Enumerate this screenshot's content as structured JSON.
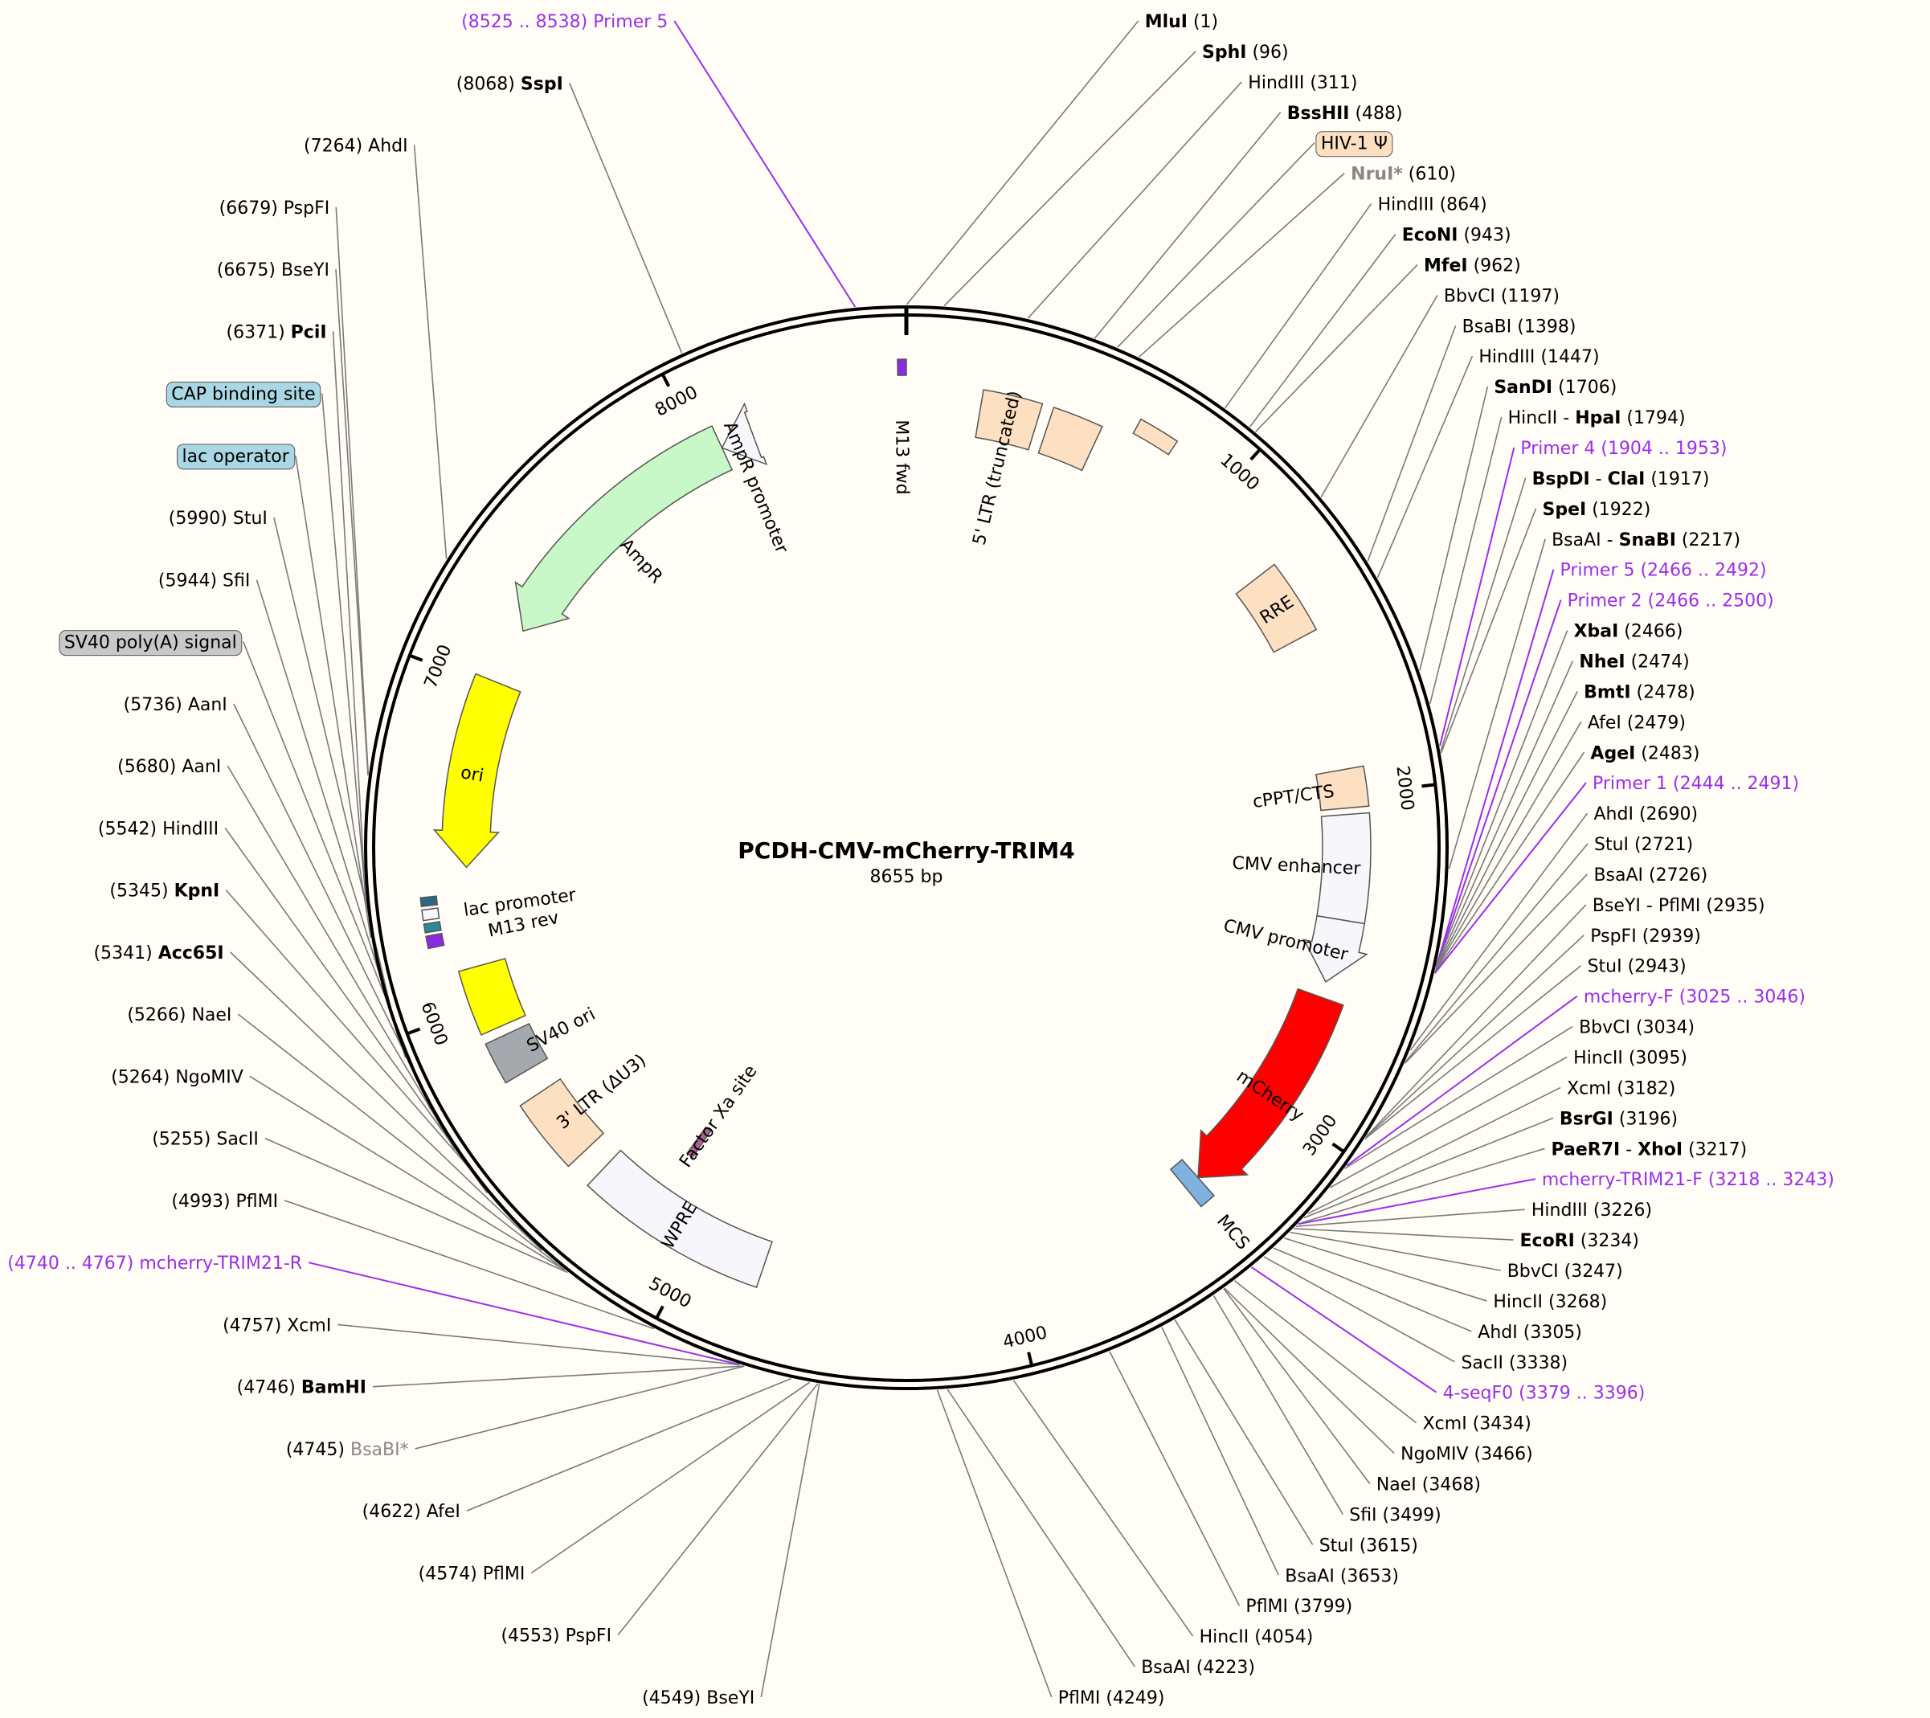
{
  "plasmid": {
    "name": "PCDH-CMV-mCherry-TRIM4",
    "size_label": "8655 bp",
    "length": 8655
  },
  "colors": {
    "purple_primer": "#9b30e8",
    "ltr_peach": "#fde0c2",
    "ampr_green": "#c8f7c8",
    "ori_yellow": "#ffff00",
    "mcherry_red": "#ff0000",
    "white_feature": "#f7f7fb",
    "gray_feature": "#a5a8ad",
    "cap_blue": "#a9d7e3",
    "sv40_gray": "#c8c8c8"
  },
  "ticks": [
    {
      "bp": 1000,
      "label": "1000"
    },
    {
      "bp": 2000,
      "label": "2000"
    },
    {
      "bp": 3000,
      "label": "3000"
    },
    {
      "bp": 4000,
      "label": "4000"
    },
    {
      "bp": 5000,
      "label": "5000"
    },
    {
      "bp": 6000,
      "label": "6000"
    },
    {
      "bp": 7000,
      "label": "7000"
    },
    {
      "bp": 8000,
      "label": "8000"
    }
  ],
  "features": [
    {
      "name": "5' LTR (truncated)",
      "label": "5' LTR (truncated)",
      "start": 230,
      "end": 410,
      "type": "box",
      "color": "#fde0c2",
      "labelSide": "in"
    },
    {
      "name": "5' LTR part",
      "label": "",
      "start": 445,
      "end": 600,
      "type": "box",
      "color": "#fde0c2",
      "labelSide": "none"
    },
    {
      "name": "HIV-1 Psi",
      "label": "",
      "start": 690,
      "end": 810,
      "type": "thin",
      "color": "#fde0c2",
      "labelSide": "none"
    },
    {
      "name": "RRE",
      "label": "RRE",
      "start": 1260,
      "end": 1490,
      "type": "box",
      "color": "#fde0c2",
      "labelSide": "on"
    },
    {
      "name": "cPPT/CTS",
      "label": "cPPT/CTS",
      "start": 1920,
      "end": 2040,
      "type": "box",
      "color": "#fde0c2",
      "labelSide": "in"
    },
    {
      "name": "CMV enhancer",
      "label": "CMV enhancer",
      "start": 2060,
      "end": 2390,
      "type": "box",
      "color": "#f7f7fb",
      "labelSide": "in"
    },
    {
      "name": "CMV promoter",
      "label": "CMV promoter",
      "start": 2390,
      "end": 2590,
      "type": "arrow-cw",
      "color": "#f7f7fb",
      "labelSide": "in"
    },
    {
      "name": "mCherry",
      "label": "mCherry",
      "start": 2640,
      "end": 3330,
      "type": "arrow-cw",
      "color": "#ff0000",
      "labelSide": "on"
    },
    {
      "name": "MCS",
      "label": "MCS",
      "start": 3330,
      "end": 3380,
      "type": "box",
      "color": "#7fb2de",
      "labelSide": "out"
    },
    {
      "name": "WPRE",
      "label": "WPRE",
      "start": 4780,
      "end": 5370,
      "type": "box",
      "color": "#f7f7fb",
      "labelSide": "on"
    },
    {
      "name": "Factor Xa site",
      "label": "Factor Xa site",
      "start": 5160,
      "end": 5185,
      "type": "diamond",
      "color": "#b06090",
      "labelSide": "in"
    },
    {
      "name": "3' LTR (dU3)",
      "label": "3' LTR (ΔU3)",
      "start": 5450,
      "end": 5680,
      "type": "box",
      "color": "#fde0c2",
      "labelSide": "in"
    },
    {
      "name": "SV40 ori",
      "label": "SV40 ori",
      "start": 5760,
      "end": 5890,
      "type": "box",
      "color": "#a5a8ad",
      "labelSide": "in"
    },
    {
      "name": "SV40 poly(A) yellow",
      "label": "",
      "start": 5920,
      "end": 6120,
      "type": "box",
      "color": "#ffff00",
      "labelSide": "none"
    },
    {
      "name": "M13 rev",
      "label": "M13 rev",
      "start": 6205,
      "end": 6240,
      "type": "thin",
      "color": "#8a2be2",
      "labelSide": "in"
    },
    {
      "name": "lac operator",
      "label": "",
      "start": 6250,
      "end": 6275,
      "type": "thin",
      "color": "#2a8a9a",
      "labelSide": "none"
    },
    {
      "name": "lac promoter",
      "label": "lac promoter",
      "start": 6285,
      "end": 6315,
      "type": "thin",
      "color": "#f7f7fb",
      "labelSide": "in"
    },
    {
      "name": "CAP binding site",
      "label": "",
      "start": 6325,
      "end": 6350,
      "type": "thin",
      "color": "#2a6a80",
      "labelSide": "none"
    },
    {
      "name": "ori",
      "label": "ori",
      "start": 6430,
      "end": 7020,
      "type": "arrow-ccw",
      "color": "#ffff00",
      "labelSide": "on"
    },
    {
      "name": "AmpR",
      "label": "AmpR",
      "start": 7200,
      "end": 8060,
      "type": "arrow-ccw",
      "color": "#c8f7c8",
      "labelSide": "in"
    },
    {
      "name": "AmpR promoter",
      "label": "AmpR promoter",
      "start": 8060,
      "end": 8165,
      "type": "arrow-ccw",
      "color": "#f7f7fb",
      "labelSide": "in"
    },
    {
      "name": "M13 fwd",
      "label": "M13 fwd",
      "start": 8630,
      "end": 8655,
      "type": "thin",
      "color": "#8a2be2",
      "labelSide": "in"
    }
  ],
  "featureTags": [
    {
      "text": "HIV-1 Ψ",
      "bg": "#fde0c2"
    },
    {
      "text": "CAP binding site",
      "bg": "#a9d7e3"
    },
    {
      "text": "lac operator",
      "bg": "#a9d7e3"
    },
    {
      "text": "SV40 poly(A) signal",
      "bg": "#c8c8c8"
    }
  ],
  "right_labels": [
    {
      "bp": 1,
      "parts": [
        {
          "t": "MluI",
          "b": true
        },
        {
          "t": "  (1)"
        }
      ],
      "style": "black"
    },
    {
      "bp": 96,
      "parts": [
        {
          "t": "SphI",
          "b": true
        },
        {
          "t": "  (96)"
        }
      ],
      "style": "black"
    },
    {
      "bp": 311,
      "parts": [
        {
          "t": "HindIII  (311)"
        }
      ],
      "style": "black"
    },
    {
      "bp": 488,
      "parts": [
        {
          "t": "BssHII",
          "b": true
        },
        {
          "t": "  (488)"
        }
      ],
      "style": "black"
    },
    {
      "bp": 550,
      "parts": [
        {
          "t": "HIV-1 Ψ"
        }
      ],
      "style": "tag",
      "tag": 0
    },
    {
      "bp": 610,
      "parts": [
        {
          "t": "NruI*",
          "b": true,
          "g": true
        },
        {
          "t": "  (610)"
        }
      ],
      "style": "black"
    },
    {
      "bp": 864,
      "parts": [
        {
          "t": "HindIII  (864)"
        }
      ],
      "style": "black"
    },
    {
      "bp": 943,
      "parts": [
        {
          "t": "EcoNI",
          "b": true
        },
        {
          "t": "  (943)"
        }
      ],
      "style": "black"
    },
    {
      "bp": 962,
      "parts": [
        {
          "t": "MfeI",
          "b": true
        },
        {
          "t": "  (962)"
        }
      ],
      "style": "black"
    },
    {
      "bp": 1197,
      "parts": [
        {
          "t": "BbvCI  (1197)"
        }
      ],
      "style": "black"
    },
    {
      "bp": 1398,
      "parts": [
        {
          "t": "BsaBI  (1398)"
        }
      ],
      "style": "black"
    },
    {
      "bp": 1447,
      "parts": [
        {
          "t": "HindIII  (1447)"
        }
      ],
      "style": "black"
    },
    {
      "bp": 1706,
      "parts": [
        {
          "t": "SanDI",
          "b": true
        },
        {
          "t": "  (1706)"
        }
      ],
      "style": "black"
    },
    {
      "bp": 1794,
      "parts": [
        {
          "t": "HincII - "
        },
        {
          "t": "HpaI",
          "b": true
        },
        {
          "t": "  (1794)"
        }
      ],
      "style": "black"
    },
    {
      "bp": 1904,
      "parts": [
        {
          "t": "Primer 4  (1904 .. 1953)"
        }
      ],
      "style": "purple"
    },
    {
      "bp": 1917,
      "parts": [
        {
          "t": "BspDI",
          "b": true
        },
        {
          "t": " - "
        },
        {
          "t": "ClaI",
          "b": true
        },
        {
          "t": "  (1917)"
        }
      ],
      "style": "black"
    },
    {
      "bp": 1922,
      "parts": [
        {
          "t": "SpeI",
          "b": true
        },
        {
          "t": "  (1922)"
        }
      ],
      "style": "black"
    },
    {
      "bp": 2217,
      "parts": [
        {
          "t": "BsaAI - "
        },
        {
          "t": "SnaBI",
          "b": true
        },
        {
          "t": "  (2217)"
        }
      ],
      "style": "black"
    },
    {
      "bp": 2466,
      "parts": [
        {
          "t": "Primer 5  (2466 .. 2492)"
        }
      ],
      "style": "purple"
    },
    {
      "bp": 2467,
      "parts": [
        {
          "t": "Primer 2  (2466 .. 2500)"
        }
      ],
      "style": "purple"
    },
    {
      "bp": 2468,
      "parts": [
        {
          "t": "XbaI",
          "b": true
        },
        {
          "t": "  (2466)"
        }
      ],
      "style": "black"
    },
    {
      "bp": 2474,
      "parts": [
        {
          "t": "NheI",
          "b": true
        },
        {
          "t": "  (2474)"
        }
      ],
      "style": "black"
    },
    {
      "bp": 2478,
      "parts": [
        {
          "t": "BmtI",
          "b": true
        },
        {
          "t": "  (2478)"
        }
      ],
      "style": "black"
    },
    {
      "bp": 2479,
      "parts": [
        {
          "t": "AfeI  (2479)"
        }
      ],
      "style": "black"
    },
    {
      "bp": 2483,
      "parts": [
        {
          "t": "AgeI",
          "b": true
        },
        {
          "t": "  (2483)"
        }
      ],
      "style": "black"
    },
    {
      "bp": 2485,
      "parts": [
        {
          "t": "Primer 1  (2444 .. 2491)"
        }
      ],
      "style": "purple"
    },
    {
      "bp": 2690,
      "parts": [
        {
          "t": "AhdI  (2690)"
        }
      ],
      "style": "black"
    },
    {
      "bp": 2721,
      "parts": [
        {
          "t": "StuI  (2721)"
        }
      ],
      "style": "black"
    },
    {
      "bp": 2726,
      "parts": [
        {
          "t": "BsaAI  (2726)"
        }
      ],
      "style": "black"
    },
    {
      "bp": 2935,
      "parts": [
        {
          "t": "BseYI - PflMI  (2935)"
        }
      ],
      "style": "black"
    },
    {
      "bp": 2939,
      "parts": [
        {
          "t": "PspFI  (2939)"
        }
      ],
      "style": "black"
    },
    {
      "bp": 2943,
      "parts": [
        {
          "t": "StuI  (2943)"
        }
      ],
      "style": "black"
    },
    {
      "bp": 3025,
      "parts": [
        {
          "t": "mcherry-F  (3025 .. 3046)"
        }
      ],
      "style": "purple"
    },
    {
      "bp": 3034,
      "parts": [
        {
          "t": "BbvCI  (3034)"
        }
      ],
      "style": "black"
    },
    {
      "bp": 3095,
      "parts": [
        {
          "t": "HincII  (3095)"
        }
      ],
      "style": "black"
    },
    {
      "bp": 3182,
      "parts": [
        {
          "t": "XcmI  (3182)"
        }
      ],
      "style": "black"
    },
    {
      "bp": 3196,
      "parts": [
        {
          "t": "BsrGI",
          "b": true
        },
        {
          "t": "  (3196)"
        }
      ],
      "style": "black"
    },
    {
      "bp": 3217,
      "parts": [
        {
          "t": "PaeR7I",
          "b": true
        },
        {
          "t": " - "
        },
        {
          "t": "XhoI",
          "b": true
        },
        {
          "t": "  (3217)"
        }
      ],
      "style": "black"
    },
    {
      "bp": 3218,
      "parts": [
        {
          "t": "mcherry-TRIM21-F  (3218 .. 3243)"
        }
      ],
      "style": "purple"
    },
    {
      "bp": 3226,
      "parts": [
        {
          "t": "HindIII  (3226)"
        }
      ],
      "style": "black"
    },
    {
      "bp": 3234,
      "parts": [
        {
          "t": "EcoRI",
          "b": true
        },
        {
          "t": "  (3234)"
        }
      ],
      "style": "black"
    },
    {
      "bp": 3247,
      "parts": [
        {
          "t": "BbvCI  (3247)"
        }
      ],
      "style": "black"
    },
    {
      "bp": 3268,
      "parts": [
        {
          "t": "HincII  (3268)"
        }
      ],
      "style": "black"
    },
    {
      "bp": 3305,
      "parts": [
        {
          "t": "AhdI  (3305)"
        }
      ],
      "style": "black"
    },
    {
      "bp": 3338,
      "parts": [
        {
          "t": "SacII  (3338)"
        }
      ],
      "style": "black"
    },
    {
      "bp": 3379,
      "parts": [
        {
          "t": "4-seqF0  (3379 .. 3396)"
        }
      ],
      "style": "purple"
    },
    {
      "bp": 3434,
      "parts": [
        {
          "t": "XcmI  (3434)"
        }
      ],
      "style": "black"
    },
    {
      "bp": 3466,
      "parts": [
        {
          "t": "NgoMIV  (3466)"
        }
      ],
      "style": "black"
    },
    {
      "bp": 3468,
      "parts": [
        {
          "t": "NaeI  (3468)"
        }
      ],
      "style": "black"
    },
    {
      "bp": 3499,
      "parts": [
        {
          "t": "SfiI  (3499)"
        }
      ],
      "style": "black"
    },
    {
      "bp": 3615,
      "parts": [
        {
          "t": "StuI  (3615)"
        }
      ],
      "style": "black"
    },
    {
      "bp": 3653,
      "parts": [
        {
          "t": "BsaAI  (3653)"
        }
      ],
      "style": "black"
    },
    {
      "bp": 3799,
      "parts": [
        {
          "t": "PflMI  (3799)"
        }
      ],
      "style": "black"
    },
    {
      "bp": 4054,
      "parts": [
        {
          "t": "HincII  (4054)"
        }
      ],
      "style": "black"
    },
    {
      "bp": 4223,
      "parts": [
        {
          "t": "BsaAI  (4223)"
        }
      ],
      "style": "black"
    },
    {
      "bp": 4249,
      "parts": [
        {
          "t": "PflMI  (4249)"
        }
      ],
      "style": "black"
    }
  ],
  "left_labels": [
    {
      "bp": 4549,
      "parts": [
        {
          "t": "(4549)  BseYI"
        }
      ],
      "style": "black"
    },
    {
      "bp": 4553,
      "parts": [
        {
          "t": "(4553)  PspFI"
        }
      ],
      "style": "black"
    },
    {
      "bp": 4574,
      "parts": [
        {
          "t": "(4574)  PflMI"
        }
      ],
      "style": "black"
    },
    {
      "bp": 4622,
      "parts": [
        {
          "t": "(4622)  AfeI"
        }
      ],
      "style": "black"
    },
    {
      "bp": 4745,
      "parts": [
        {
          "t": "(4745)  "
        },
        {
          "t": "BsaBI*",
          "g": true
        }
      ],
      "style": "black"
    },
    {
      "bp": 4746,
      "parts": [
        {
          "t": "(4746)  "
        },
        {
          "t": "BamHI",
          "b": true
        }
      ],
      "style": "black"
    },
    {
      "bp": 4757,
      "parts": [
        {
          "t": "(4757)  XcmI"
        }
      ],
      "style": "black"
    },
    {
      "bp": 4760,
      "parts": [
        {
          "t": "(4740 .. 4767)  mcherry-TRIM21-R"
        }
      ],
      "style": "purple"
    },
    {
      "bp": 4993,
      "parts": [
        {
          "t": "(4993)  PflMI"
        }
      ],
      "style": "black"
    },
    {
      "bp": 5255,
      "parts": [
        {
          "t": "(5255)  SacII"
        }
      ],
      "style": "black"
    },
    {
      "bp": 5264,
      "parts": [
        {
          "t": "(5264)  NgoMIV"
        }
      ],
      "style": "black"
    },
    {
      "bp": 5266,
      "parts": [
        {
          "t": "(5266)  NaeI"
        }
      ],
      "style": "black"
    },
    {
      "bp": 5341,
      "parts": [
        {
          "t": "(5341)  "
        },
        {
          "t": "Acc65I",
          "b": true
        }
      ],
      "style": "black"
    },
    {
      "bp": 5345,
      "parts": [
        {
          "t": "(5345)  "
        },
        {
          "t": "KpnI",
          "b": true
        }
      ],
      "style": "black"
    },
    {
      "bp": 5542,
      "parts": [
        {
          "t": "(5542)  HindIII"
        }
      ],
      "style": "black"
    },
    {
      "bp": 5680,
      "parts": [
        {
          "t": "(5680)  AanI"
        }
      ],
      "style": "black"
    },
    {
      "bp": 5736,
      "parts": [
        {
          "t": "(5736)  AanI"
        }
      ],
      "style": "black"
    },
    {
      "bp": 5800,
      "parts": [
        {
          "t": "SV40 poly(A) signal"
        }
      ],
      "style": "tag",
      "tag": 3
    },
    {
      "bp": 5944,
      "parts": [
        {
          "t": "(5944)  SfiI"
        }
      ],
      "style": "black"
    },
    {
      "bp": 5990,
      "parts": [
        {
          "t": "(5990)  StuI"
        }
      ],
      "style": "black"
    },
    {
      "bp": 6262,
      "parts": [
        {
          "t": "lac operator"
        }
      ],
      "style": "tag",
      "tag": 2
    },
    {
      "bp": 6337,
      "parts": [
        {
          "t": "CAP binding site"
        }
      ],
      "style": "tag",
      "tag": 1
    },
    {
      "bp": 6371,
      "parts": [
        {
          "t": "(6371)  "
        },
        {
          "t": "PciI",
          "b": true
        }
      ],
      "style": "black"
    },
    {
      "bp": 6675,
      "parts": [
        {
          "t": "(6675)  BseYI"
        }
      ],
      "style": "black"
    },
    {
      "bp": 6679,
      "parts": [
        {
          "t": "(6679)  PspFI"
        }
      ],
      "style": "black"
    },
    {
      "bp": 7264,
      "parts": [
        {
          "t": "(7264)  AhdI"
        }
      ],
      "style": "black"
    },
    {
      "bp": 8068,
      "parts": [
        {
          "t": "(8068)  "
        },
        {
          "t": "SspI",
          "b": true
        }
      ],
      "style": "black"
    },
    {
      "bp": 8525,
      "parts": [
        {
          "t": "(8525 .. 8538)  Primer 5"
        }
      ],
      "style": "purple"
    }
  ]
}
